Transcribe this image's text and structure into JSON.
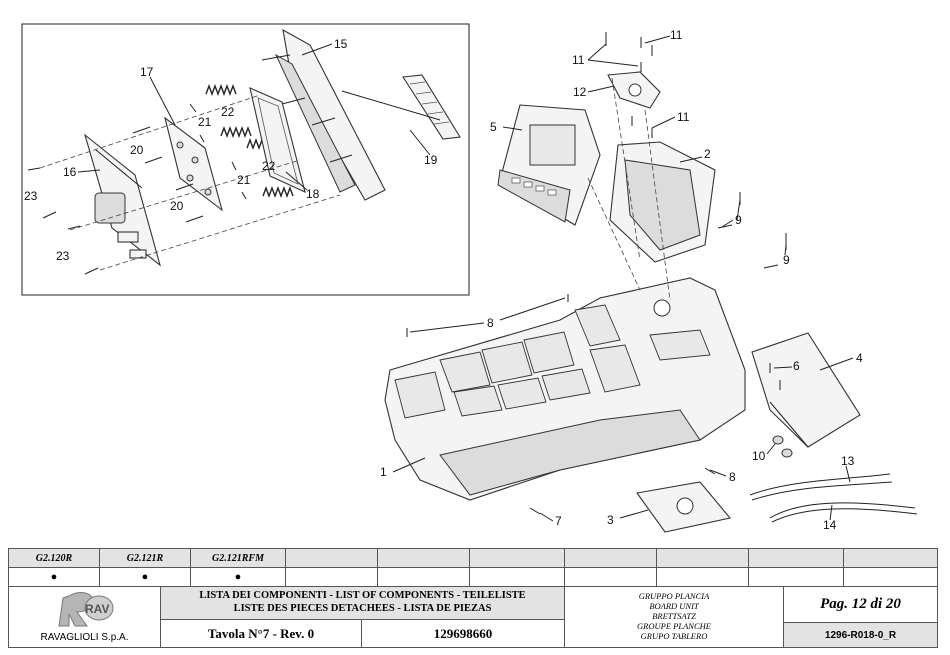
{
  "callouts": [
    {
      "id": "c1",
      "label": "1"
    },
    {
      "id": "c2",
      "label": "2"
    },
    {
      "id": "c3",
      "label": "3"
    },
    {
      "id": "c4",
      "label": "4"
    },
    {
      "id": "c5",
      "label": "5"
    },
    {
      "id": "c6",
      "label": "6"
    },
    {
      "id": "c7",
      "label": "7"
    },
    {
      "id": "c8a",
      "label": "8"
    },
    {
      "id": "c8b",
      "label": "8"
    },
    {
      "id": "c9a",
      "label": "9"
    },
    {
      "id": "c9b",
      "label": "9"
    },
    {
      "id": "c10",
      "label": "10"
    },
    {
      "id": "c11a",
      "label": "11"
    },
    {
      "id": "c11b",
      "label": "11"
    },
    {
      "id": "c11c",
      "label": "11"
    },
    {
      "id": "c12",
      "label": "12"
    },
    {
      "id": "c13",
      "label": "13"
    },
    {
      "id": "c14",
      "label": "14"
    },
    {
      "id": "c15",
      "label": "15"
    },
    {
      "id": "c16",
      "label": "16"
    },
    {
      "id": "c17",
      "label": "17"
    },
    {
      "id": "c18",
      "label": "18"
    },
    {
      "id": "c19",
      "label": "19"
    },
    {
      "id": "c20a",
      "label": "20"
    },
    {
      "id": "c20b",
      "label": "20"
    },
    {
      "id": "c21a",
      "label": "21"
    },
    {
      "id": "c21b",
      "label": "21"
    },
    {
      "id": "c22a",
      "label": "22"
    },
    {
      "id": "c22b",
      "label": "22"
    },
    {
      "id": "c23a",
      "label": "23"
    },
    {
      "id": "c23b",
      "label": "23"
    }
  ],
  "title_block": {
    "models": [
      "G2.120R",
      "G2.121R",
      "G2.121RFM"
    ],
    "applicability": [
      "●",
      "●",
      "●"
    ],
    "logo_text": "RAV",
    "company": "RAVAGLIOLI S.p.A.",
    "list_title_line1": "LISTA DEI COMPONENTI - LIST OF COMPONENTS - TEILELISTE",
    "list_title_line2": "LISTE DES PIECES DETACHEES - LISTA DE PIEZAS",
    "table": "Tavola N°7 - Rev. 0",
    "part_number": "129698660",
    "group_names": [
      "GRUPPO PLANCIA",
      "BOARD UNIT",
      "BRETTSATZ",
      "GROUPE PLANCHE",
      "GRUPO TABLERO"
    ],
    "page": "Pag. 12 di 20",
    "doc_code": "1296-R018-0_R"
  }
}
